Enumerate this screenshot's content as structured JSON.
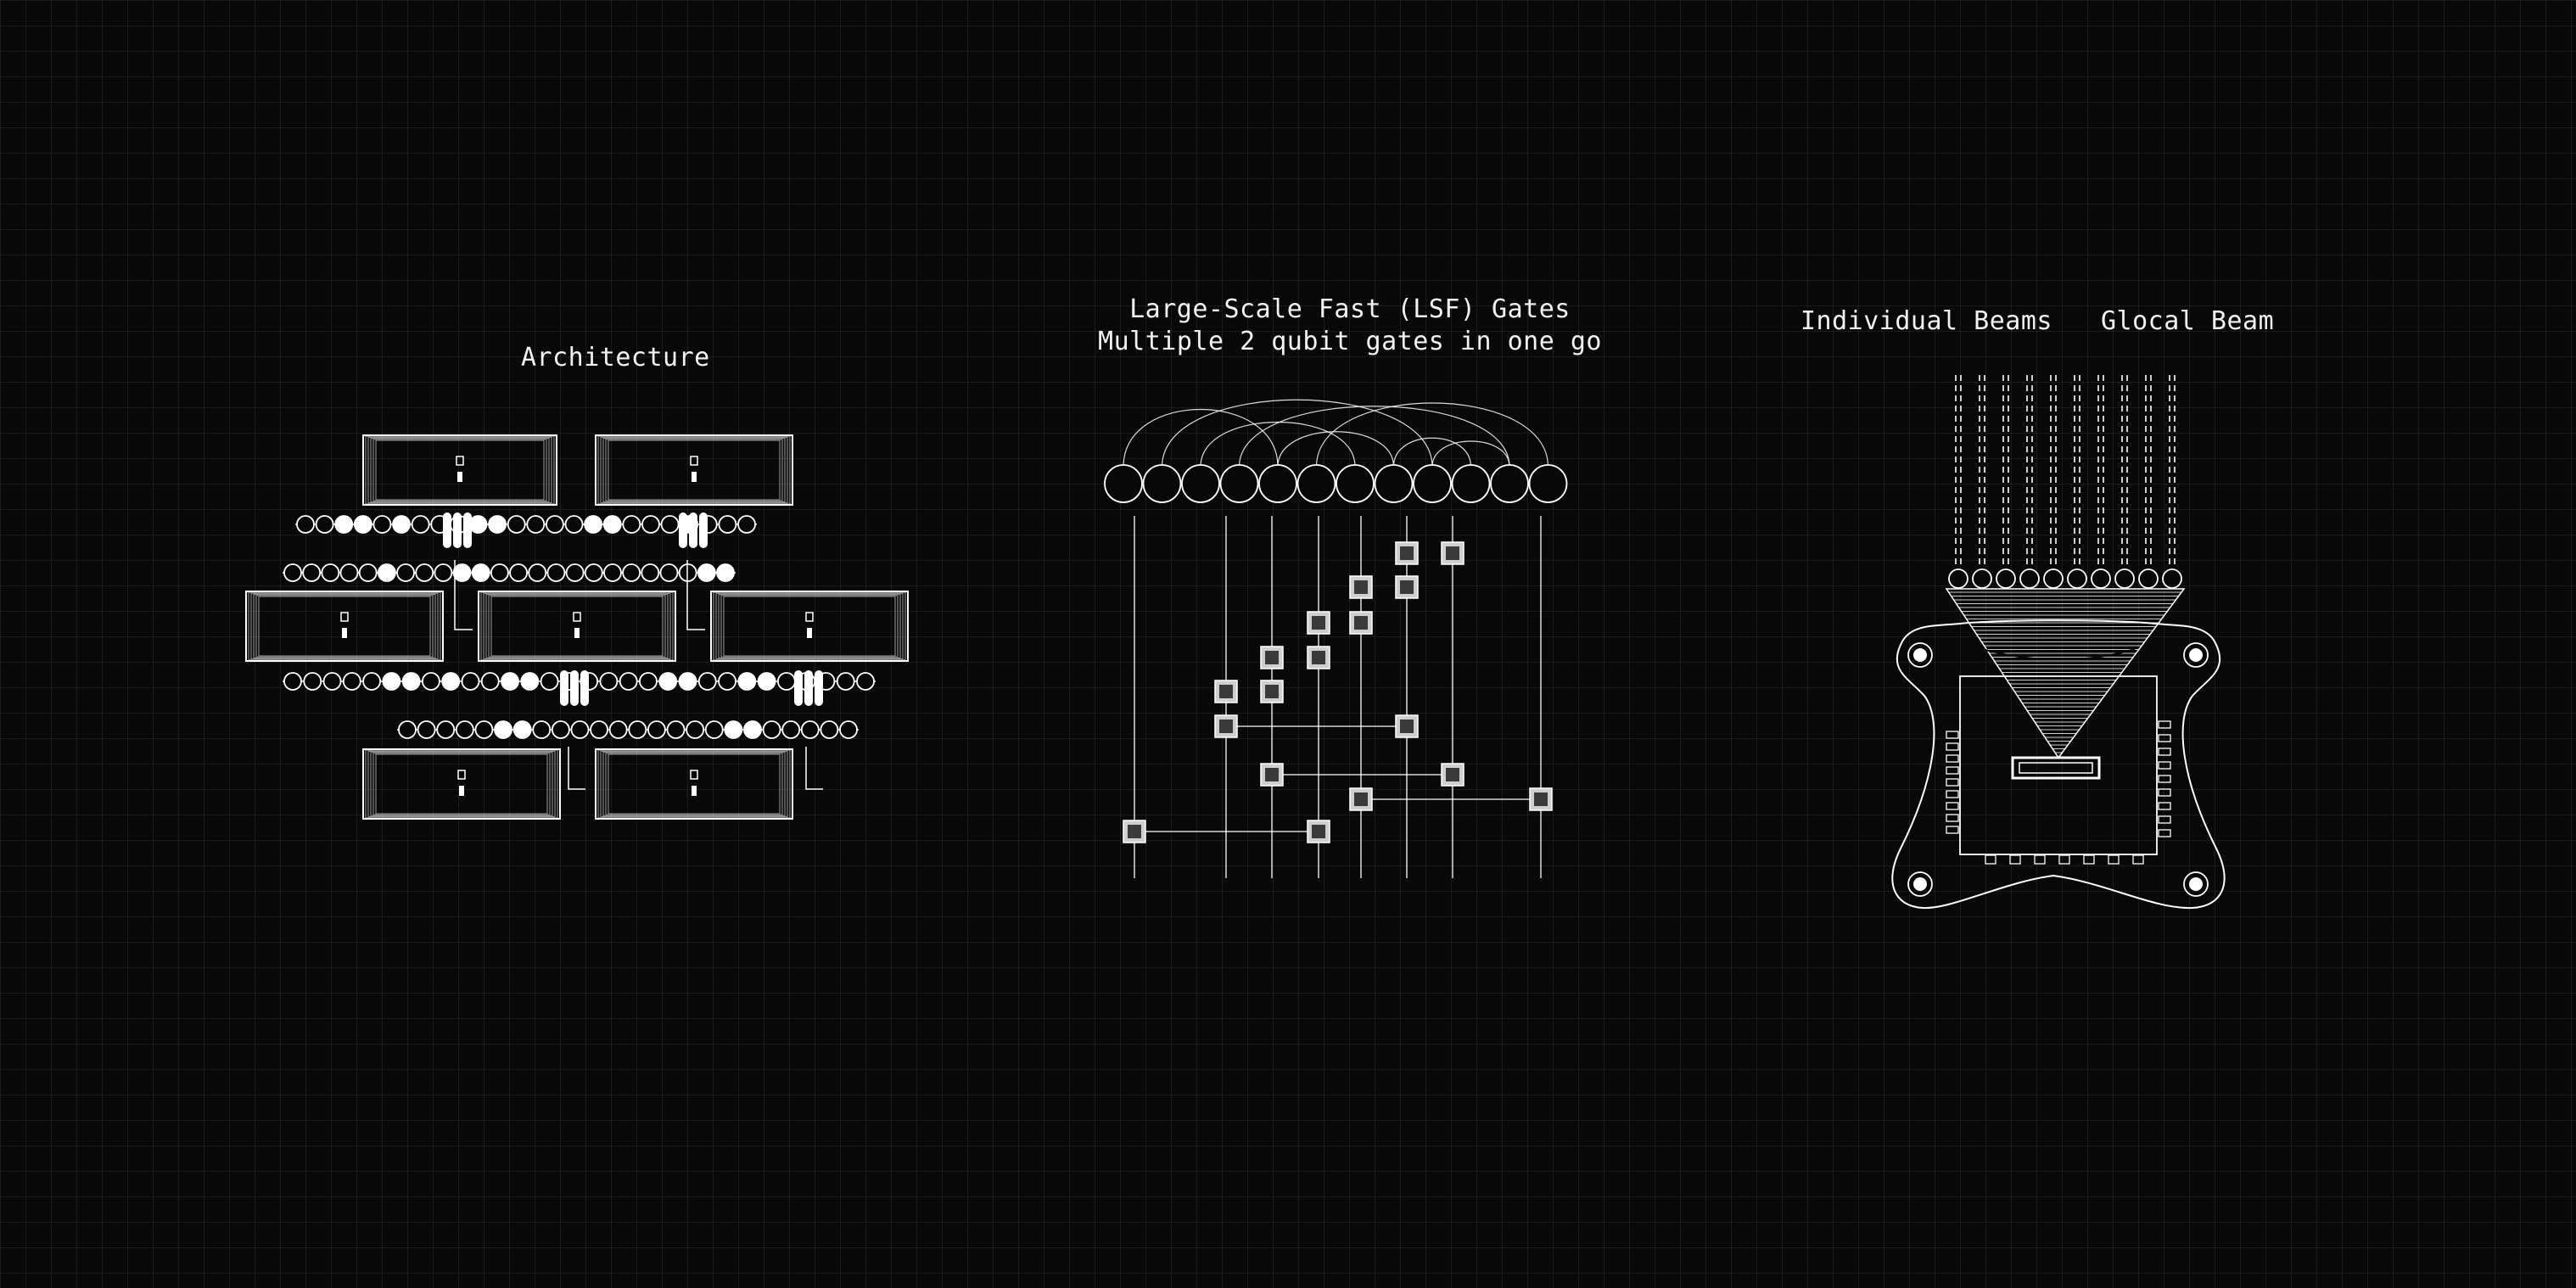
{
  "panels": {
    "architecture": {
      "title": "Architecture"
    },
    "lsf_gates": {
      "title": "Large-Scale Fast (LSF) Gates",
      "subtitle": "Multiple 2 qubit gates in one go"
    },
    "beams": {
      "individual_label": "Individual Beams",
      "glocal_label": "Glocal Beam"
    }
  },
  "colors": {
    "background": "#080808",
    "grid": "#1d1d1d",
    "stroke": "#ffffff"
  }
}
